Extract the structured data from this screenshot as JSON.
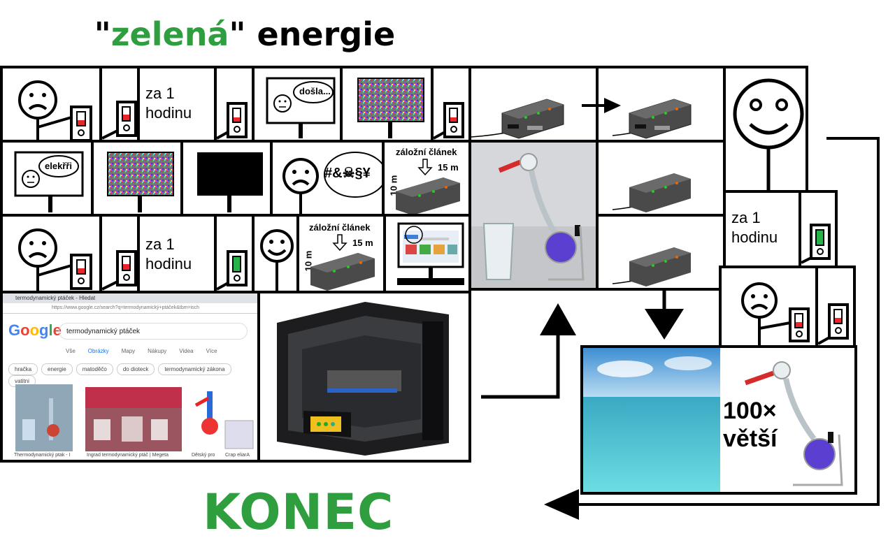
{
  "title": {
    "q1": "\"",
    "green": "zelená",
    "q2": "\"",
    "rest": " energie"
  },
  "captions": {
    "za1a": "za 1",
    "hodinua": "hodinu",
    "za1b": "za 1",
    "hodinub": "hodinu",
    "za1c": "za 1",
    "hodinuc": "hodinu",
    "dosla": "došla...",
    "elekrri": "elekřři",
    "curse": "#&☠§¥",
    "zalozni1": "záložní článek",
    "m15a": "15 m",
    "m10a": "10 m",
    "zalozni2": "záložní článek",
    "m15b": "15 m",
    "m10b": "10 m",
    "times": "100×",
    "vetsi": "větší"
  },
  "google": {
    "tab": "termodynamický ptáček - Hledat",
    "url": "https://www.google.cz/search?q=termodynamický+ptáček&tbm=isch",
    "logo": "Google",
    "query": "termodynamický ptáček",
    "tabs": [
      "Vše",
      "Obrázky",
      "Mapy",
      "Nákupy",
      "Videa",
      "Více"
    ],
    "chips": [
      "hračka",
      "energie",
      "matoděčo",
      "do dioteck",
      "termodynamický zákona",
      "vatitni"
    ],
    "captions": [
      "Thermodynamický ptak - I",
      "Ingrad termodynamický ptáč | Megeta",
      "Dětský pro",
      "Crap eliarA"
    ]
  },
  "konec": "KONEC",
  "colors": {
    "green": "#2e9e3e",
    "battery_red": "#e8262b",
    "battery_green": "#27b34a"
  }
}
